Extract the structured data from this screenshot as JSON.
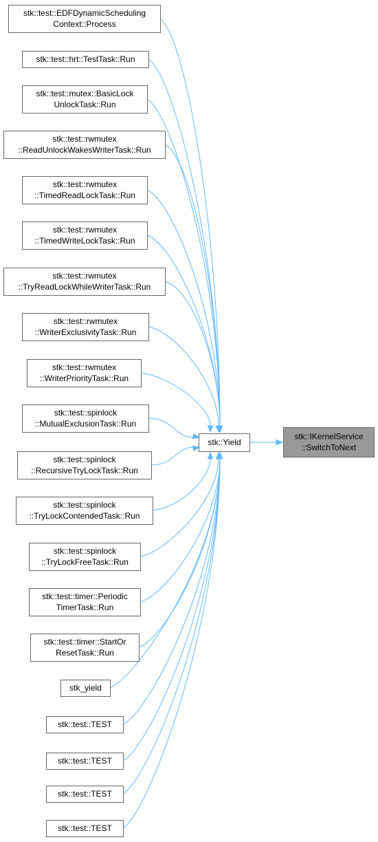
{
  "graph": {
    "nodes": [
      {
        "id": "edf",
        "lines": [
          "stk::test::EDFDynamicScheduling",
          "Context::Process"
        ]
      },
      {
        "id": "hrt",
        "lines": [
          "stk::test::hrt::TestTask::Run"
        ]
      },
      {
        "id": "mutex",
        "lines": [
          "stk::test::mutex::BasicLock",
          "UnlockTask::Run"
        ]
      },
      {
        "id": "rw1",
        "lines": [
          "stk::test::rwmutex",
          "::ReadUnlockWakesWriterTask::Run"
        ]
      },
      {
        "id": "rw2",
        "lines": [
          "stk::test::rwmutex",
          "::TimedReadLockTask::Run"
        ]
      },
      {
        "id": "rw3",
        "lines": [
          "stk::test::rwmutex",
          "::TimedWriteLockTask::Run"
        ]
      },
      {
        "id": "rw4",
        "lines": [
          "stk::test::rwmutex",
          "::TryReadLockWhileWriterTask::Run"
        ]
      },
      {
        "id": "rw5",
        "lines": [
          "stk::test::rwmutex",
          "::WriterExclusivityTask::Run"
        ]
      },
      {
        "id": "rw6",
        "lines": [
          "stk::test::rwmutex",
          "::WriterPriorityTask::Run"
        ]
      },
      {
        "id": "sp1",
        "lines": [
          "stk::test::spinlock",
          "::MutualExclusionTask::Run"
        ]
      },
      {
        "id": "sp2",
        "lines": [
          "stk::test::spinlock",
          "::RecursiveTryLockTask::Run"
        ]
      },
      {
        "id": "sp3",
        "lines": [
          "stk::test::spinlock",
          "::TryLockContendedTask::Run"
        ]
      },
      {
        "id": "sp4",
        "lines": [
          "stk::test::spinlock",
          "::TryLockFreeTask::Run"
        ]
      },
      {
        "id": "tm1",
        "lines": [
          "stk::test::timer::Periodic",
          "TimerTask::Run"
        ]
      },
      {
        "id": "tm2",
        "lines": [
          "stk::test::timer::StartOr",
          "ResetTask::Run"
        ]
      },
      {
        "id": "yield",
        "lines": [
          "stk_yield"
        ]
      },
      {
        "id": "t1",
        "lines": [
          "stk::test::TEST"
        ]
      },
      {
        "id": "t2",
        "lines": [
          "stk::test::TEST"
        ]
      },
      {
        "id": "t3",
        "lines": [
          "stk::test::TEST"
        ]
      },
      {
        "id": "t4",
        "lines": [
          "stk::test::TEST"
        ]
      },
      {
        "id": "center",
        "lines": [
          "stk::Yield"
        ]
      },
      {
        "id": "target",
        "lines": [
          "stk::IKernelService",
          "::SwitchToNext"
        ],
        "highlighted": true
      }
    ],
    "edges": [
      {
        "from": "edf",
        "to": "center"
      },
      {
        "from": "hrt",
        "to": "center"
      },
      {
        "from": "mutex",
        "to": "center"
      },
      {
        "from": "rw1",
        "to": "center"
      },
      {
        "from": "rw2",
        "to": "center"
      },
      {
        "from": "rw3",
        "to": "center"
      },
      {
        "from": "rw4",
        "to": "center"
      },
      {
        "from": "rw5",
        "to": "center"
      },
      {
        "from": "rw6",
        "to": "center"
      },
      {
        "from": "sp1",
        "to": "center"
      },
      {
        "from": "sp2",
        "to": "center"
      },
      {
        "from": "sp3",
        "to": "center"
      },
      {
        "from": "sp4",
        "to": "center"
      },
      {
        "from": "tm1",
        "to": "center"
      },
      {
        "from": "tm2",
        "to": "center"
      },
      {
        "from": "yield",
        "to": "center"
      },
      {
        "from": "t1",
        "to": "center"
      },
      {
        "from": "t2",
        "to": "center"
      },
      {
        "from": "t3",
        "to": "center"
      },
      {
        "from": "t4",
        "to": "center"
      },
      {
        "from": "center",
        "to": "target"
      }
    ],
    "colors": {
      "edge": "#63b8ff",
      "node_border": "#666666",
      "node_fill": "#ffffff",
      "highlight_fill": "#999999"
    }
  }
}
